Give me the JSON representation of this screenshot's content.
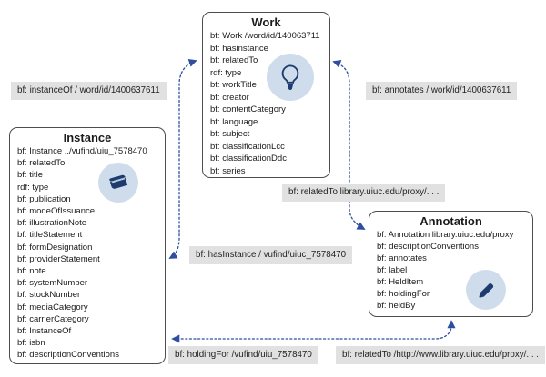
{
  "diagram": {
    "entities": [
      {
        "title": "Work",
        "icon": "lightbulb-icon",
        "properties": [
          "bf: Work /word/id/140063711",
          "bf: hasinstance",
          "bf: relatedTo",
          "rdf: type",
          "bf: workTitle",
          "bf: creator",
          "bf: contentCategory",
          "bf: language",
          "bf: subject",
          "bf: classificationLcc",
          "bf: classificationDdc",
          "bf: series"
        ]
      },
      {
        "title": "Instance",
        "icon": "book-icon",
        "properties": [
          "bf: Instance ../vufind/uiu_7578470",
          "bf: relatedTo",
          "bf: title",
          "rdf: type",
          "bf: publication",
          "bf: modeOfIssuance",
          "bf: illustrationNote",
          "bf: titleStatement",
          "bf: formDesignation",
          "bf: providerStatement",
          "bf: note",
          "bf: systemNumber",
          "bf: stockNumber",
          "bf: mediaCategory",
          "bf: carrierCategory",
          "bf: InstanceOf",
          "bf: isbn",
          "bf: descriptionConventions"
        ]
      },
      {
        "title": "Annotation",
        "icon": "pencil-icon",
        "properties": [
          "bf: Annotation library.uiuc.edu/proxy",
          "bf: descriptionConventions",
          "bf: annotates",
          "bf: label",
          "bf: HeldItem",
          "bf: holdingFor",
          "bf: heldBy"
        ]
      }
    ],
    "labels": [
      {
        "text": "bf: instanceOf / word/id/1400637611"
      },
      {
        "text": "bf: annotates / work/id/1400637611"
      },
      {
        "text": "bf: relatedTo library.uiuc.edu/proxy/. . ."
      },
      {
        "text": "bf: hasInstance / vufind/uiuc_7578470"
      },
      {
        "text": "bf: holdingFor /vufind/uiu_7578470"
      },
      {
        "text": "bf: relatedTo /http://www.library.uiuc.edu/proxy/. . ."
      }
    ],
    "colors": {
      "arrow": "#2d4f9e",
      "icon_circle": "#cfdcec",
      "icon_glyph": "#1d3b6e",
      "label_background": "#e1e1e1",
      "box_border": "#4d4d4d"
    }
  }
}
